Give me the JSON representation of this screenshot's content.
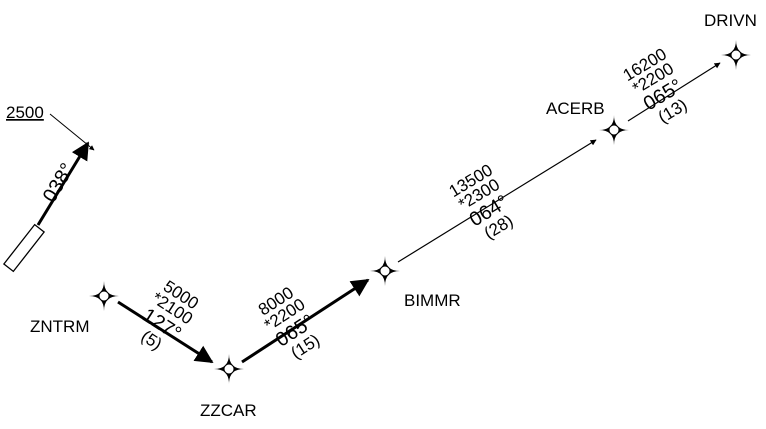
{
  "waypoints": [
    {
      "id": "DRIVN",
      "name": "DRIVN"
    },
    {
      "id": "ACERB",
      "name": "ACERB"
    },
    {
      "id": "BIMMR",
      "name": "BIMMR"
    },
    {
      "id": "ZNTRM",
      "name": "ZNTRM"
    },
    {
      "id": "ZZCAR",
      "name": "ZZCAR"
    }
  ],
  "legs": [
    {
      "from": "ZNTRM",
      "to": "ZZCAR",
      "altitude": "5000",
      "min_altitude": "*2100",
      "course": "127°",
      "distance": "(5)"
    },
    {
      "from": "ZZCAR",
      "to": "BIMMR",
      "altitude": "8000",
      "min_altitude": "*2200",
      "course": "065°",
      "distance": "(15)"
    },
    {
      "from": "BIMMR",
      "to": "ACERB",
      "altitude": "13500",
      "min_altitude": "*2300",
      "course": "064°",
      "distance": "(28)"
    },
    {
      "from": "ACERB",
      "to": "DRIVN",
      "altitude": "16200",
      "min_altitude": "*2200",
      "course": "065°",
      "distance": "(13)"
    }
  ],
  "runway_departure": {
    "climb_altitude": "2500",
    "heading": "038°"
  },
  "colors": {
    "ink": "#000000",
    "background": "#ffffff"
  }
}
